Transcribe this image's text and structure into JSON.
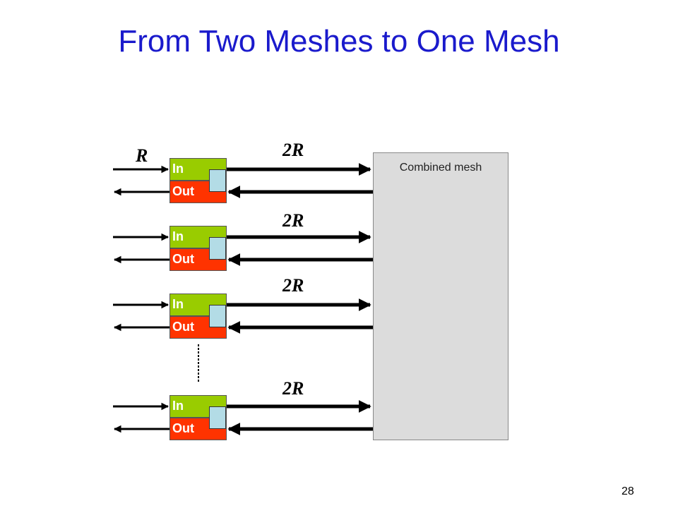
{
  "slide": {
    "title": "From Two Meshes to One Mesh",
    "page_number": "28"
  },
  "mesh": {
    "label": "Combined mesh"
  },
  "input_rate": "R",
  "ports": [
    {
      "in_label": "In",
      "out_label": "Out",
      "link_rate": "2R"
    },
    {
      "in_label": "In",
      "out_label": "Out",
      "link_rate": "2R"
    },
    {
      "in_label": "In",
      "out_label": "Out",
      "link_rate": "2R"
    },
    {
      "in_label": "In",
      "out_label": "Out",
      "link_rate": "2R"
    }
  ],
  "colors": {
    "title": "#1a1acc",
    "in_half": "#99cc00",
    "out_half": "#ff3300",
    "buffer": "#b3dce6",
    "mesh": "#dcdcdc"
  }
}
